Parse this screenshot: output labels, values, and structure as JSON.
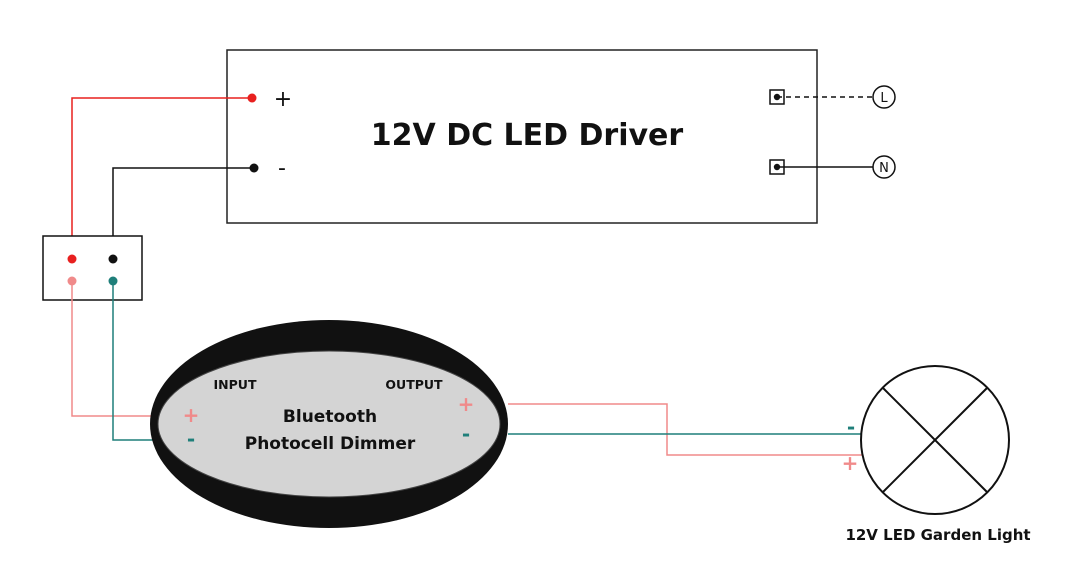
{
  "driver": {
    "title": "12V DC LED Driver",
    "plus_label": "+",
    "minus_label": "-",
    "live_label": "L",
    "neutral_label": "N"
  },
  "dimmer": {
    "input_label": "INPUT",
    "output_label": "OUTPUT",
    "name_line1": "Bluetooth",
    "name_line2": "Photocell Dimmer",
    "input_plus": "+",
    "input_minus": "-",
    "output_plus": "+",
    "output_minus": "-"
  },
  "lamp": {
    "caption": "12V LED Garden Light",
    "minus_label": "-",
    "plus_label": "+"
  },
  "colors": {
    "positive_wire": "#e8201f",
    "negative_wire": "#111111",
    "positive_dimmed": "#f08a8a",
    "negative_dimmed": "#1f7f7a",
    "dimmer_shell": "#111111",
    "dimmer_face": "#d4d4d4"
  }
}
